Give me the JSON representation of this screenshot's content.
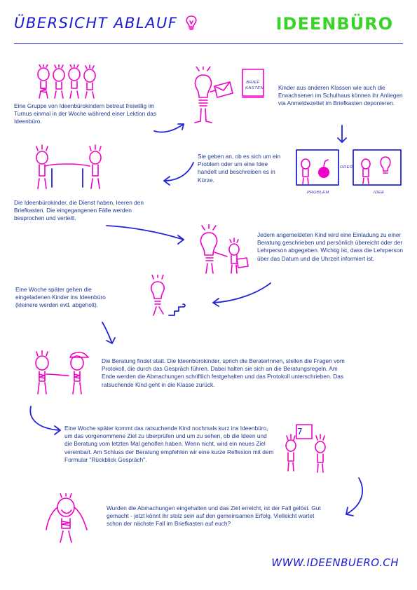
{
  "header": {
    "title": "ÜBERSICHT ABLAUF",
    "brand": "IDEENBÜRO"
  },
  "steps": [
    "Eine Gruppe von Ideenbürokindern betreut freiwillig im Turnus einmal in der Woche während einer Lektion das Ideenbüro.",
    "Kinder aus anderen Klassen wie auch die Erwachsenen im Schulhaus können ihr Anliegen via Anmeldezettel im Briefkasten deponieren.",
    "Sie geben an, ob es sich um ein Problem oder um eine Idee handelt und beschreiben es in Kürze.",
    "Die Ideenbürokinder, die Dienst haben, leeren den Briefkasten. Die eingegangenen Fälle werden besprochen und verteilt.",
    "Jedem angemeldeten Kind wird eine Einladung zu einer Beratung geschrieben und persönlich übereicht oder der Lehrperson abgegeben. Wichtig ist, dass die Lehrperson über das Datum und die Uhrzeit informiert ist.",
    "Eine Woche später gehen die eingeladenen Kinder ins Ideenbüro (kleinere werden evtl. abgeholt).",
    "Die Beratung findet statt. Die Ideenbürokinder, sprich die BeraterInnen, stellen die Fragen vom Protokoll, die durch das Gespräch führen. Dabei halten sie sich an die Beratungsregeln. Am Ende werden die Abmachungen schriftlich festgehalten und das Protokoll unterschrieben. Das ratsuchende Kind geht in die Klasse zurück.",
    "Eine Woche später kommt das ratsuchende Kind nochmals kurz ins Ideenbüro, um das vorgenommene Ziel zu überprüfen und um zu sehen, ob die Ideen und die Beratung vom letzten Mal geholfen haben. Wenn nicht, wird ein neues Ziel vereinbart. Am Schluss der Beratung empfehlen wir eine kurze Reflexion mit dem Formular \"Rückblick Gespräch\".",
    "Wurden die Abmachungen eingehalten und das Ziel erreicht, ist der Fall gelöst. Gut gemacht - jetzt könnt ihr stolz sein auf den gemeinsamen Erfolg. Vielleicht wartet schon der nächste Fall im Briefkasten auf euch?"
  ],
  "labels": {
    "mailbox": "BRIEF KASTEN",
    "problem": "PROBLEM",
    "oder": "ODER",
    "idee": "IDEE",
    "calendar": "7"
  },
  "footer": {
    "url": "WWW.IDEENBUERO.CH"
  },
  "colors": {
    "accent_magenta": "#f000c8",
    "ink_blue": "#2424d6",
    "brand_green": "#39d32a",
    "text": "#1f3a93"
  }
}
